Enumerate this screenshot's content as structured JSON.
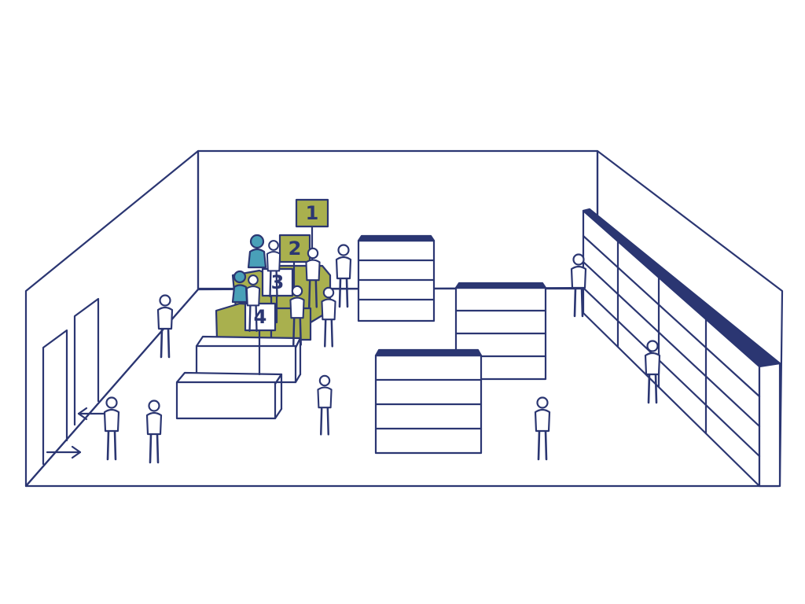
{
  "colors": {
    "ink": "#2b3672",
    "olive": "#a9b04e",
    "teal": "#49a0b8",
    "paper": "#ffffff"
  },
  "counters": [
    {
      "label": "1"
    },
    {
      "label": "2"
    },
    {
      "label": "3"
    },
    {
      "label": "4"
    }
  ],
  "icons": {
    "entrance": "arrow-right-icon",
    "exit": "arrow-left-icon"
  }
}
